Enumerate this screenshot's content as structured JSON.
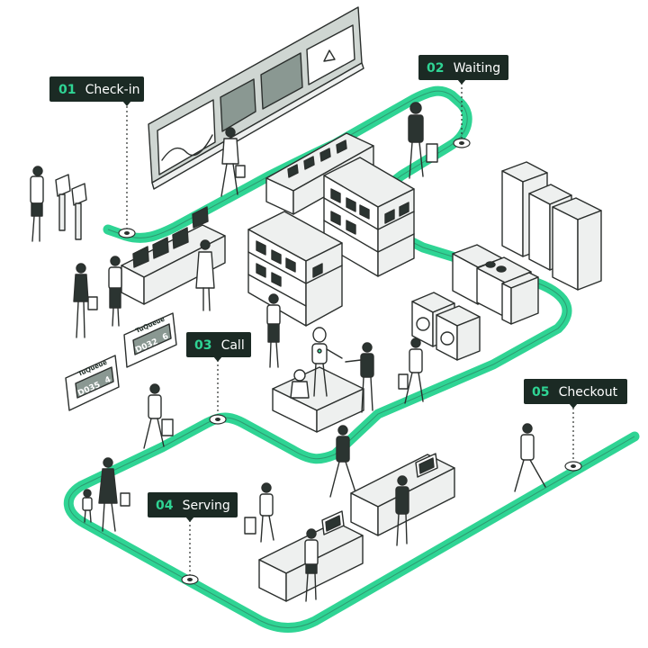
{
  "colors": {
    "path": "#2fd494",
    "label_bg": "#1b2a24",
    "label_number": "#2fd494",
    "label_text": "#ffffff",
    "ink": "#2b2f2d"
  },
  "steps": [
    {
      "number": "01",
      "label": "Check-in"
    },
    {
      "number": "02",
      "label": "Waiting"
    },
    {
      "number": "03",
      "label": "Call"
    },
    {
      "number": "04",
      "label": "Serving"
    },
    {
      "number": "05",
      "label": "Checkout"
    }
  ],
  "display_boards": [
    {
      "brand": "TuQueue",
      "ticket": "D035",
      "counter": "4"
    },
    {
      "brand": "TuQueue",
      "ticket": "D032",
      "counter": "6"
    }
  ],
  "icons": [
    "wall-screen-icon",
    "kiosk-icon",
    "robot-icon",
    "washing-machine-icon",
    "oven-icon",
    "refrigerator-icon",
    "person-icon",
    "pos-terminal-icon"
  ]
}
